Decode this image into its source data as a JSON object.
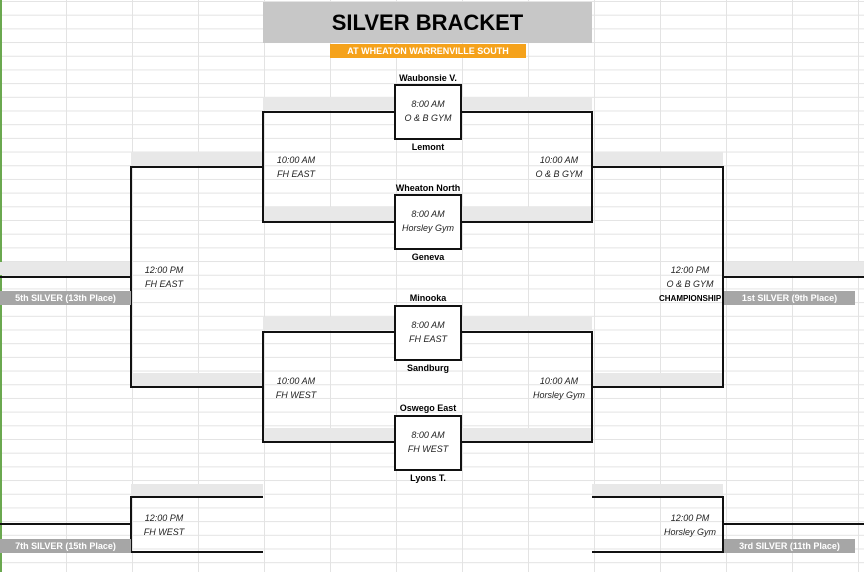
{
  "header": {
    "title": "SILVER BRACKET",
    "subtitle": "AT WHEATON WARRENVILLE SOUTH"
  },
  "teams": {
    "waubonsie": "Waubonsie V.",
    "lemont": "Lemont",
    "wheaton_north": "Wheaton North",
    "geneva": "Geneva",
    "minooka": "Minooka",
    "sandburg": "Sandburg",
    "oswego_east": "Oswego East",
    "lyons": "Lyons T."
  },
  "games": {
    "r1_g1": {
      "time": "8:00 AM",
      "site": "O & B GYM"
    },
    "r1_g2": {
      "time": "8:00 AM",
      "site": "Horsley Gym"
    },
    "r1_g3": {
      "time": "8:00 AM",
      "site": "FH EAST"
    },
    "r1_g4": {
      "time": "8:00 AM",
      "site": "FH WEST"
    },
    "left_semi_top": {
      "time": "10:00 AM",
      "site": "FH EAST"
    },
    "right_semi_top": {
      "time": "10:00 AM",
      "site": "O & B GYM"
    },
    "left_semi_bottom": {
      "time": "10:00 AM",
      "site": "FH WEST"
    },
    "right_semi_bottom": {
      "time": "10:00 AM",
      "site": "Horsley Gym"
    },
    "fifth_place": {
      "time": "12:00 PM",
      "site": "FH EAST"
    },
    "championship": {
      "time": "12:00 PM",
      "site": "O & B GYM",
      "label": "CHAMPIONSHIP"
    },
    "seventh_place": {
      "time": "12:00 PM",
      "site": "FH WEST"
    },
    "third_place": {
      "time": "12:00 PM",
      "site": "Horsley Gym"
    }
  },
  "placements": {
    "fifth": "5th SILVER (13th Place)",
    "first": "1st SILVER (9th Place)",
    "seventh": "7th SILVER (15th Place)",
    "third": "3rd SILVER (11th Place)"
  }
}
